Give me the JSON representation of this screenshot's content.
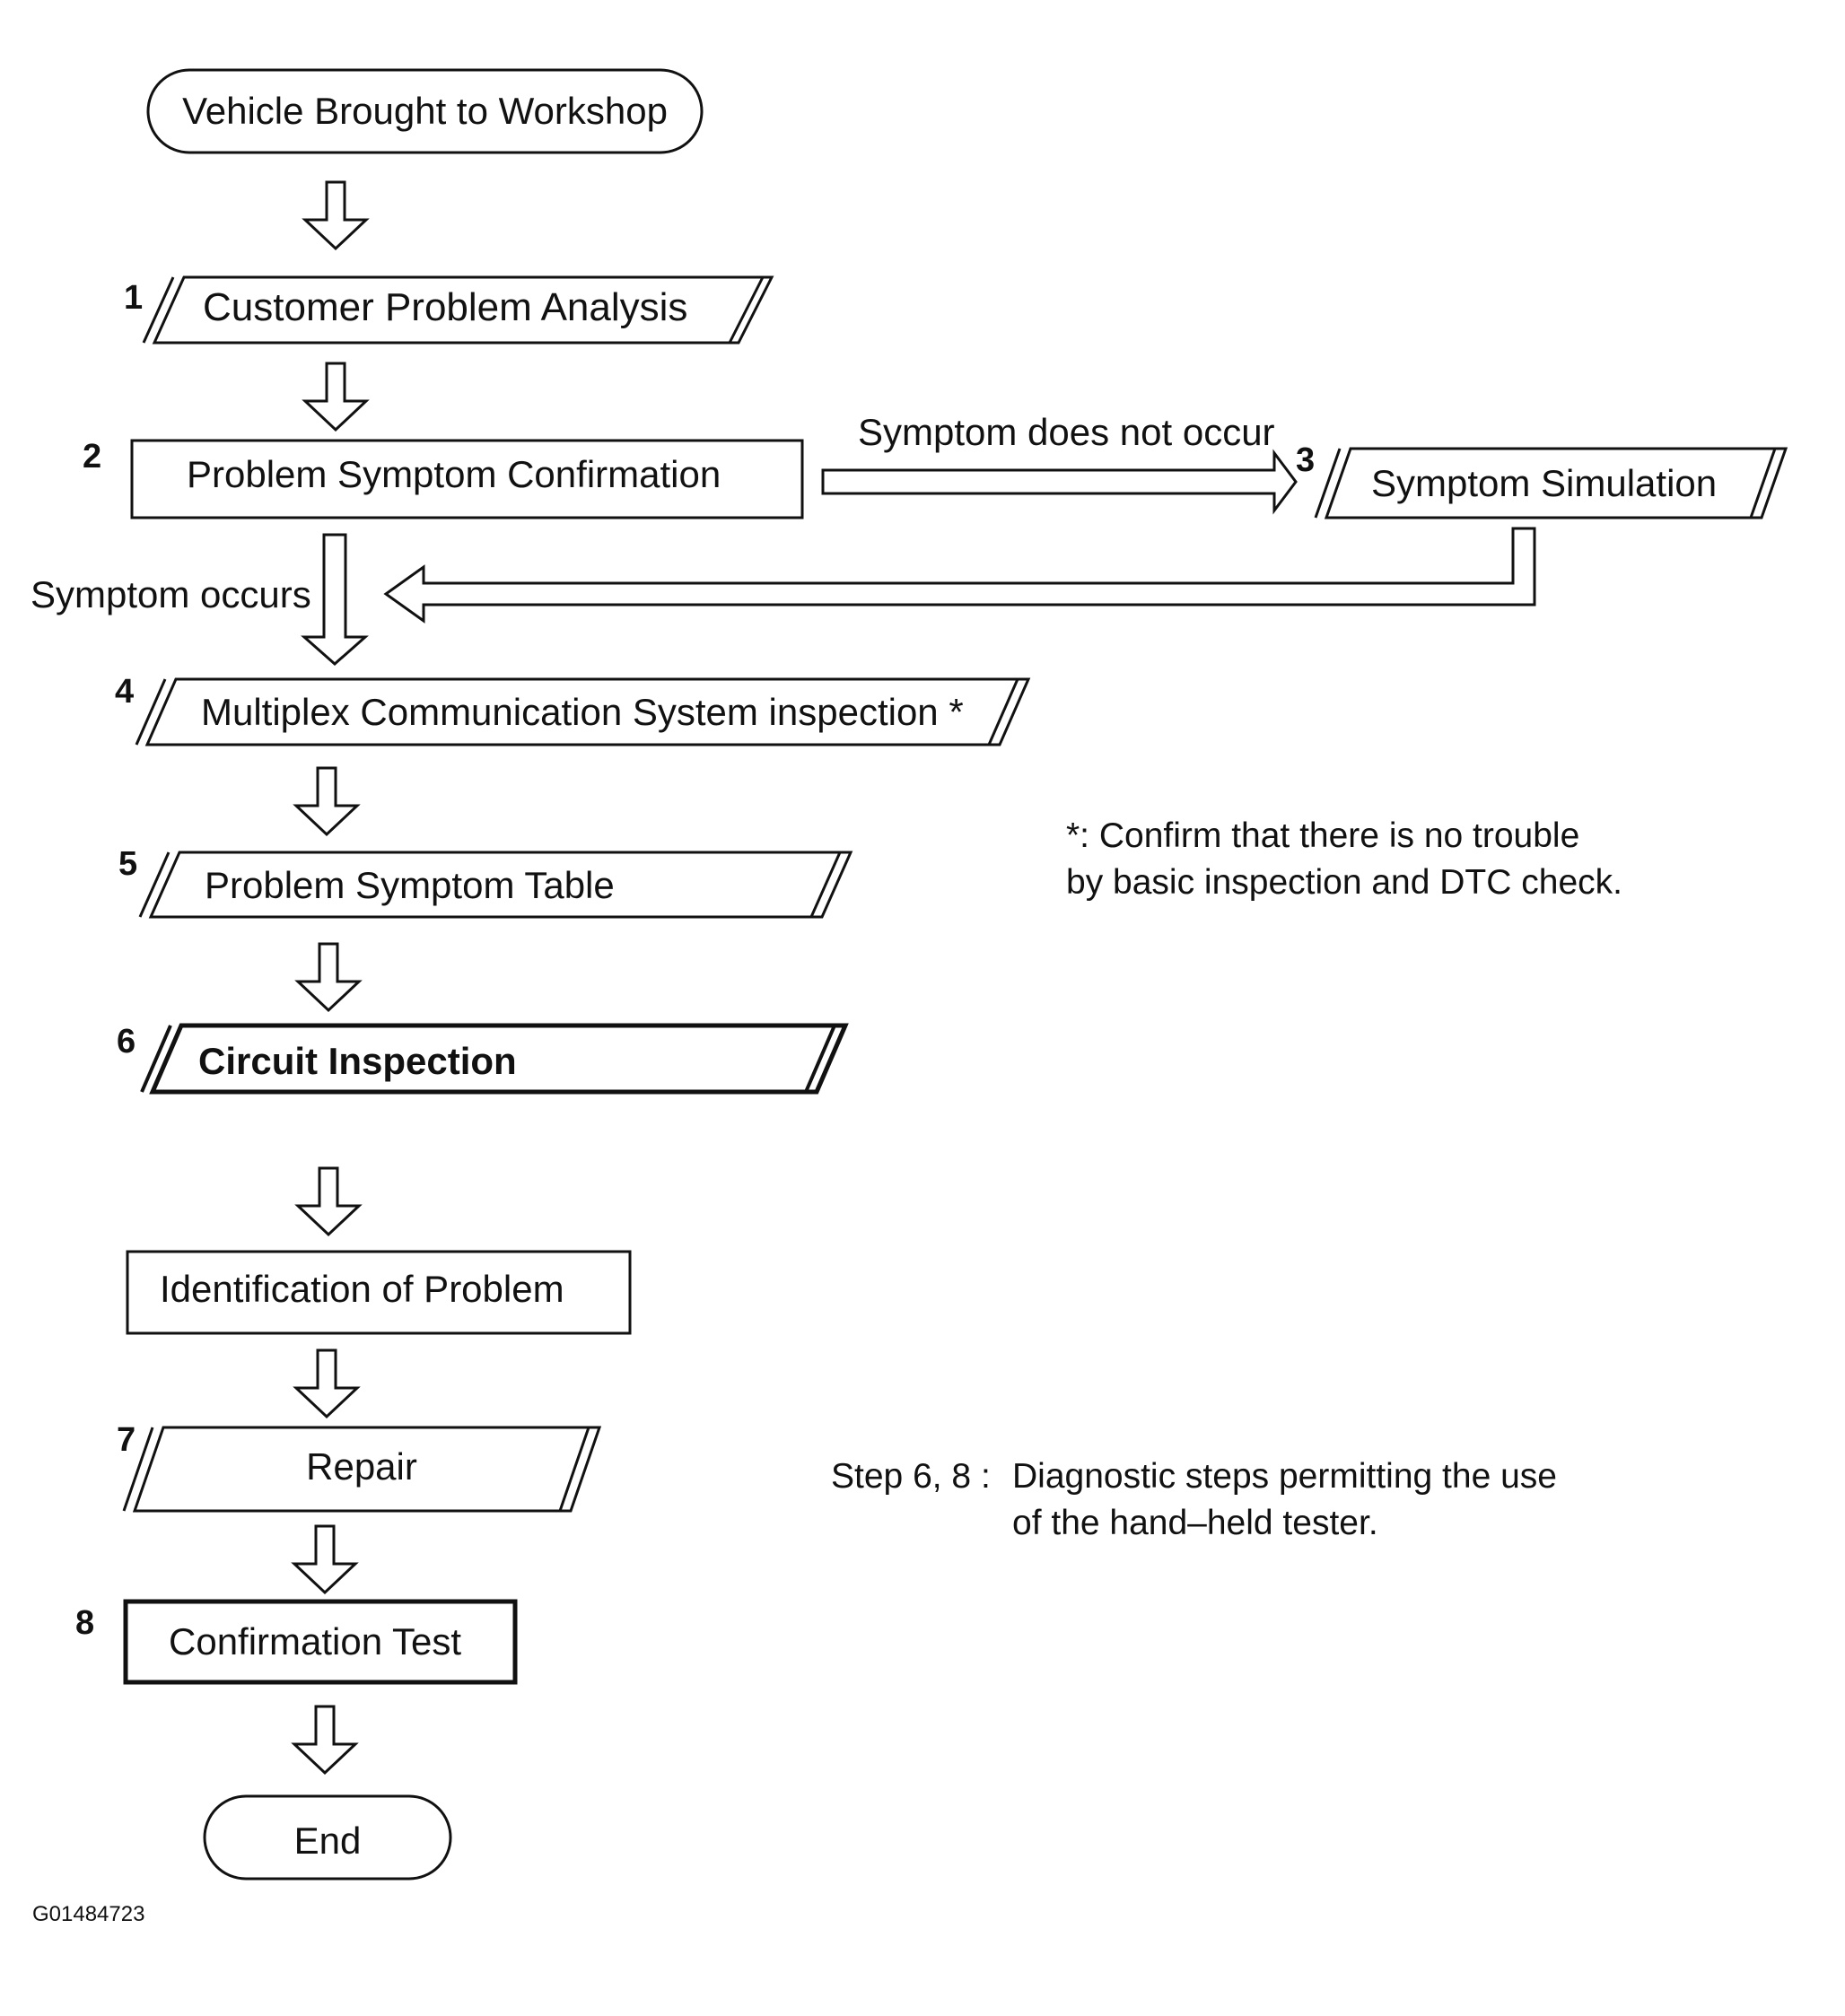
{
  "nodes": {
    "start": {
      "label": "Vehicle Brought to Workshop"
    },
    "s1": {
      "num": "1",
      "label": "Customer Problem Analysis"
    },
    "s2": {
      "num": "2",
      "label": "Problem Symptom Confirmation"
    },
    "s3": {
      "num": "3",
      "label": "Symptom Simulation"
    },
    "s4": {
      "num": "4",
      "label": "Multiplex Communication System inspection *"
    },
    "s5": {
      "num": "5",
      "label": "Problem Symptom Table"
    },
    "s6": {
      "num": "6",
      "label": "Circuit Inspection"
    },
    "ident": {
      "label": "Identification of Problem"
    },
    "s7": {
      "num": "7",
      "label": "Repair"
    },
    "s8": {
      "num": "8",
      "label": "Confirmation Test"
    },
    "end": {
      "label": "End"
    }
  },
  "edges": {
    "not_occur_label": "Symptom does not occur",
    "occurs_label": "Symptom occurs"
  },
  "notes": {
    "asterisk_line1": "*: Confirm that there is no trouble",
    "asterisk_line2": "by basic inspection and DTC check.",
    "steps_prefix": "Step 6, 8 :",
    "steps_line1": "Diagnostic steps permitting the use",
    "steps_line2": "of the hand–held tester."
  },
  "figure_id": "G01484723"
}
